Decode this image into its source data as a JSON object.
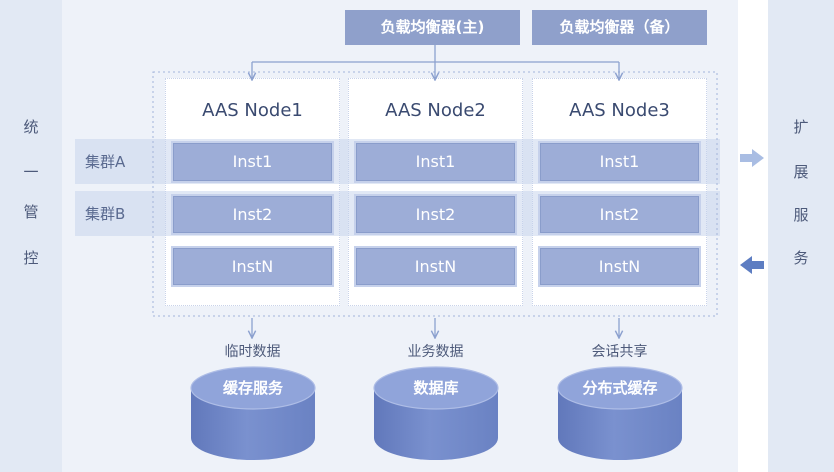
{
  "left_panel": {
    "chars": [
      "统",
      "一",
      "管",
      "控"
    ]
  },
  "right_panel": {
    "chars": [
      "扩",
      "展",
      "服",
      "务"
    ]
  },
  "load_balancers": [
    {
      "label": "负载均衡器(主)"
    },
    {
      "label": "负载均衡器（备）"
    }
  ],
  "nodes": [
    {
      "title": "AAS Node1",
      "instances": [
        "Inst1",
        "Inst2",
        "InstN"
      ]
    },
    {
      "title": "AAS Node2",
      "instances": [
        "Inst1",
        "Inst2",
        "InstN"
      ]
    },
    {
      "title": "AAS Node3",
      "instances": [
        "Inst1",
        "Inst2",
        "InstN"
      ]
    }
  ],
  "clusters": [
    {
      "label": "集群A"
    },
    {
      "label": "集群B"
    }
  ],
  "storage": [
    {
      "data_label": "临时数据",
      "name": "缓存服务"
    },
    {
      "data_label": "业务数据",
      "name": "数据库"
    },
    {
      "data_label": "会话共享",
      "name": "分布式缓存"
    }
  ],
  "icons": {
    "expand_out": "arrow-right-icon",
    "expand_in": "arrow-left-icon",
    "flow": "arrow-down-icon"
  },
  "colors": {
    "panel_bg": "#e2e9f4",
    "canvas_bg": "#eef2f9",
    "load_balancer": "#8fa0cb",
    "instance": "#9dadd7",
    "text_dark": "#3a4a70",
    "connector": "#8ca1cf",
    "arrow_light": "#a9bde3",
    "arrow_dark": "#5d7dc2"
  }
}
